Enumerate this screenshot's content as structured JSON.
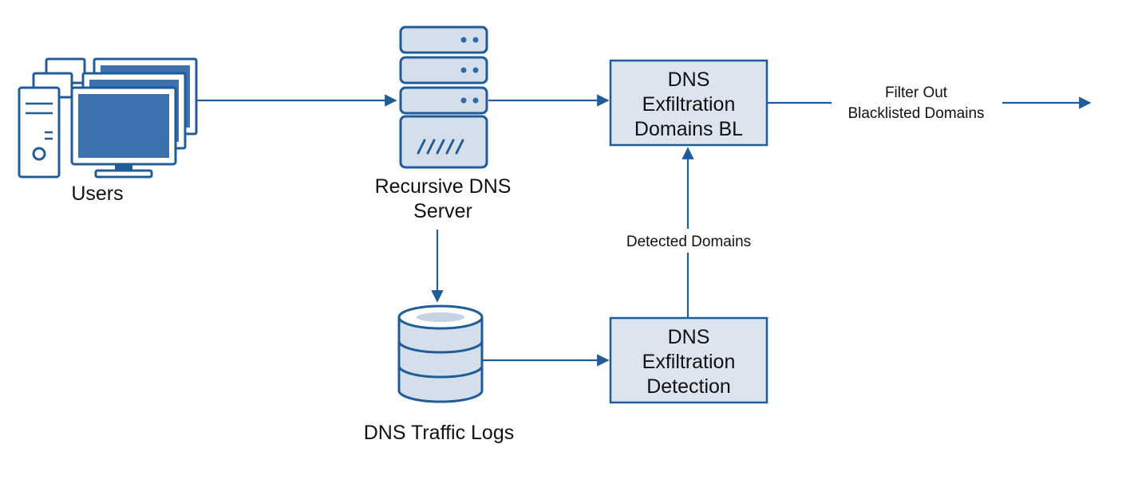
{
  "nodes": {
    "users": {
      "label": "Users"
    },
    "dns_server": {
      "label_line1": "Recursive DNS",
      "label_line2": "Server"
    },
    "traffic_logs": {
      "label": "DNS Traffic Logs"
    },
    "blacklist": {
      "line1": "DNS",
      "line2": "Exfiltration",
      "line3": "Domains BL"
    },
    "detection": {
      "line1": "DNS",
      "line2": "Exfiltration",
      "line3": "Detection"
    }
  },
  "edges": {
    "detected_domains": "Detected Domains",
    "filter_out_line1": "Filter Out",
    "filter_out_line2": "Blacklisted Domains"
  },
  "colors": {
    "line": "#1f5c99",
    "box_fill": "#dbe4ef",
    "icon_fill": "#d5dfeb",
    "icon_dark": "#2e6aa8"
  },
  "icons": [
    "computers-icon",
    "server-icon",
    "database-icon"
  ]
}
